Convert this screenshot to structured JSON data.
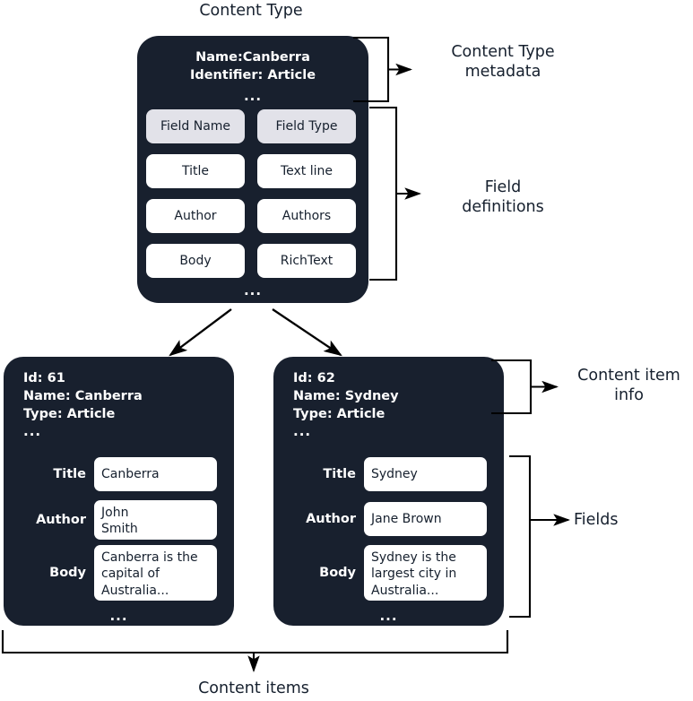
{
  "diagram": {
    "title_top": "Content Type",
    "title_bottom": "Content items"
  },
  "content_type_card": {
    "metadata_lines": "Name:Canberra\nIdentifier: Article",
    "metadata_ellipsis": "...",
    "table": {
      "headers": [
        "Field Name",
        "Field Type"
      ],
      "rows": [
        [
          "Title",
          "Text line"
        ],
        [
          "Author",
          "Authors"
        ],
        [
          "Body",
          "RichText"
        ]
      ]
    },
    "table_ellipsis": "..."
  },
  "annotations": {
    "content_type_metadata": "Content Type\nmetadata",
    "field_definitions": "Field\ndefinitions",
    "content_item_info": "Content item\ninfo",
    "fields": "Fields"
  },
  "content_items": [
    {
      "info_lines": "Id: 61\nName: Canberra\nType: Article",
      "info_ellipsis": "...",
      "fields": [
        {
          "label": "Title",
          "value": "Canberra"
        },
        {
          "label": "Author",
          "value": "John\nSmith"
        },
        {
          "label": "Body",
          "value": "Canberra is the\ncapital of\nAustralia..."
        }
      ],
      "fields_ellipsis": "..."
    },
    {
      "info_lines": "Id: 62\nName: Sydney\nType: Article",
      "info_ellipsis": "...",
      "fields": [
        {
          "label": "Title",
          "value": "Sydney"
        },
        {
          "label": "Author",
          "value": "Jane Brown"
        },
        {
          "label": "Body",
          "value": "Sydney is the\nlargest city in\nAustralia..."
        }
      ],
      "fields_ellipsis": "..."
    }
  ],
  "colors": {
    "card_background": "#18202e",
    "card_text": "#ffffff",
    "header_cell": "#e2e2e9",
    "value_box": "#ffffff",
    "stroke": "#000000",
    "page_background": "#ffffff"
  }
}
